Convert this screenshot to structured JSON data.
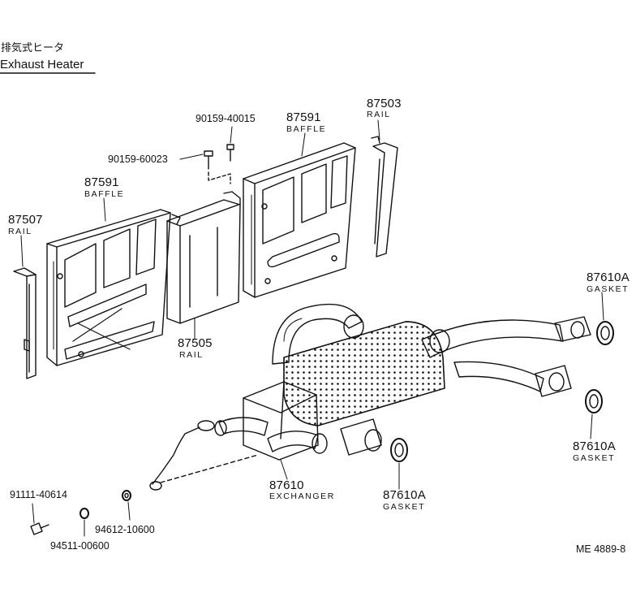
{
  "title": {
    "japanese": "排気式ヒータ",
    "english": "Exhaust Heater"
  },
  "callouts": {
    "bolt_upper": "90159-40015",
    "bolt_lower": "90159-60023",
    "baffle_right_no": "87591",
    "baffle_right_name": "BAFFLE",
    "rail_right_no": "87503",
    "rail_right_name": "RAIL",
    "baffle_left_no": "87591",
    "baffle_left_name": "BAFFLE",
    "rail_left_no": "87507",
    "rail_left_name": "RAIL",
    "rail_center_no": "87505",
    "rail_center_name": "RAIL",
    "gasket_a_no": "87610A",
    "gasket_a_name": "GASKET",
    "gasket_b_no": "87610A",
    "gasket_b_name": "GASKET",
    "gasket_c_no": "87610A",
    "gasket_c_name": "GASKET",
    "exchanger_no": "87610",
    "exchanger_name": "EXCHANGER",
    "screw": "91111-40614",
    "washer": "94612-10600",
    "nut": "94511-00600"
  },
  "reference": "ME 4889-8"
}
